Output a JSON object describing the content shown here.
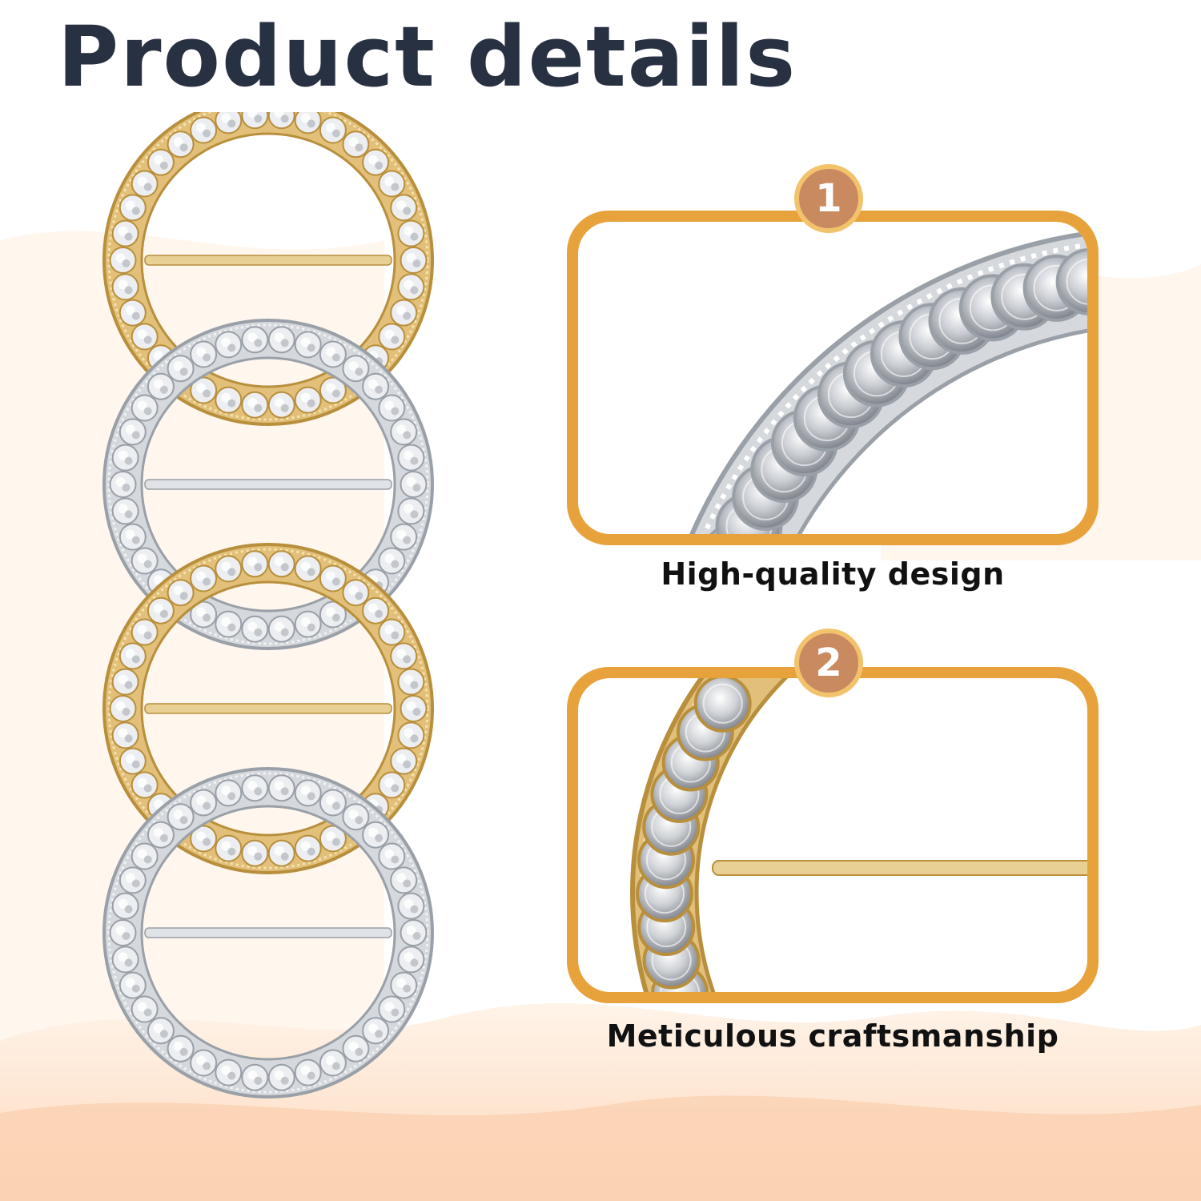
{
  "page": {
    "title": "Product details"
  },
  "features": [
    {
      "number": "1",
      "caption": "High-quality design",
      "detail": "silver-ring-closeup"
    },
    {
      "number": "2",
      "caption": "Meticulous craftsmanship",
      "detail": "gold-ring-closeup"
    }
  ],
  "products": [
    {
      "finish": "gold"
    },
    {
      "finish": "silver"
    },
    {
      "finish": "gold"
    },
    {
      "finish": "silver"
    }
  ],
  "colors": {
    "title": "#283142",
    "frame": "#e8a23c",
    "badge": "#c98a5f",
    "gold": "#d9b25c",
    "silver": "#c9ccd1",
    "background_wave": "#fde7d4"
  }
}
